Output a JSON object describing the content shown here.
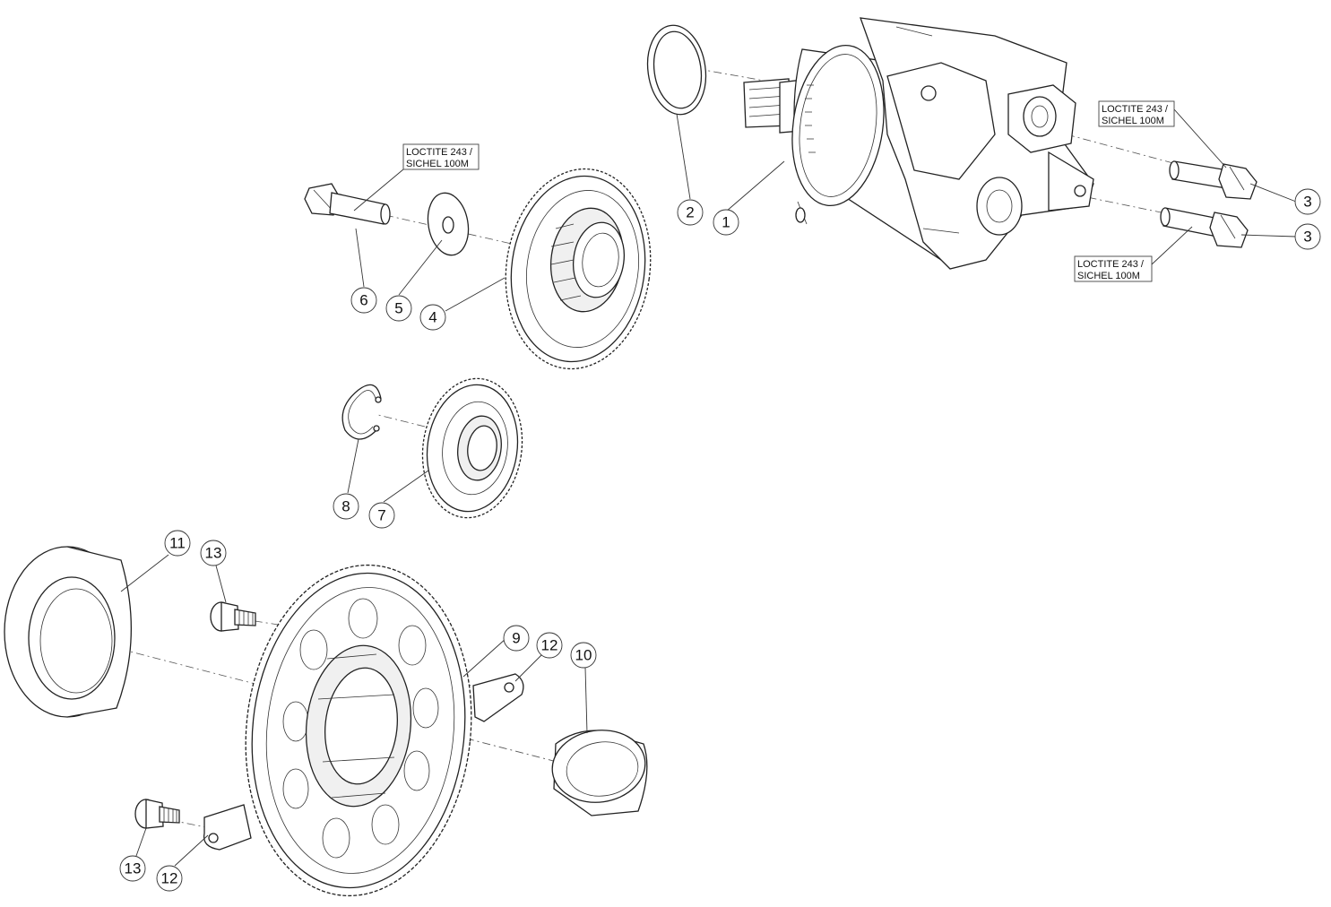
{
  "part_callouts": [
    {
      "id": "c1",
      "label": "1"
    },
    {
      "id": "c2",
      "label": "2"
    },
    {
      "id": "c3a",
      "label": "3"
    },
    {
      "id": "c3b",
      "label": "3"
    },
    {
      "id": "c4",
      "label": "4"
    },
    {
      "id": "c5",
      "label": "5"
    },
    {
      "id": "c6",
      "label": "6"
    },
    {
      "id": "c7",
      "label": "7"
    },
    {
      "id": "c8",
      "label": "8"
    },
    {
      "id": "c9",
      "label": "9"
    },
    {
      "id": "c10",
      "label": "10"
    },
    {
      "id": "c11",
      "label": "11"
    },
    {
      "id": "c12a",
      "label": "12"
    },
    {
      "id": "c12b",
      "label": "12"
    },
    {
      "id": "c13a",
      "label": "13"
    },
    {
      "id": "c13b",
      "label": "13"
    }
  ],
  "notes": [
    {
      "id": "n1",
      "line1": "LOCTITE 243 /",
      "line2": "SICHEL 100M"
    },
    {
      "id": "n2",
      "line1": "LOCTITE 243 /",
      "line2": "SICHEL 100M"
    },
    {
      "id": "n3",
      "line1": "LOCTITE 243 /",
      "line2": "SICHEL 100M"
    }
  ]
}
